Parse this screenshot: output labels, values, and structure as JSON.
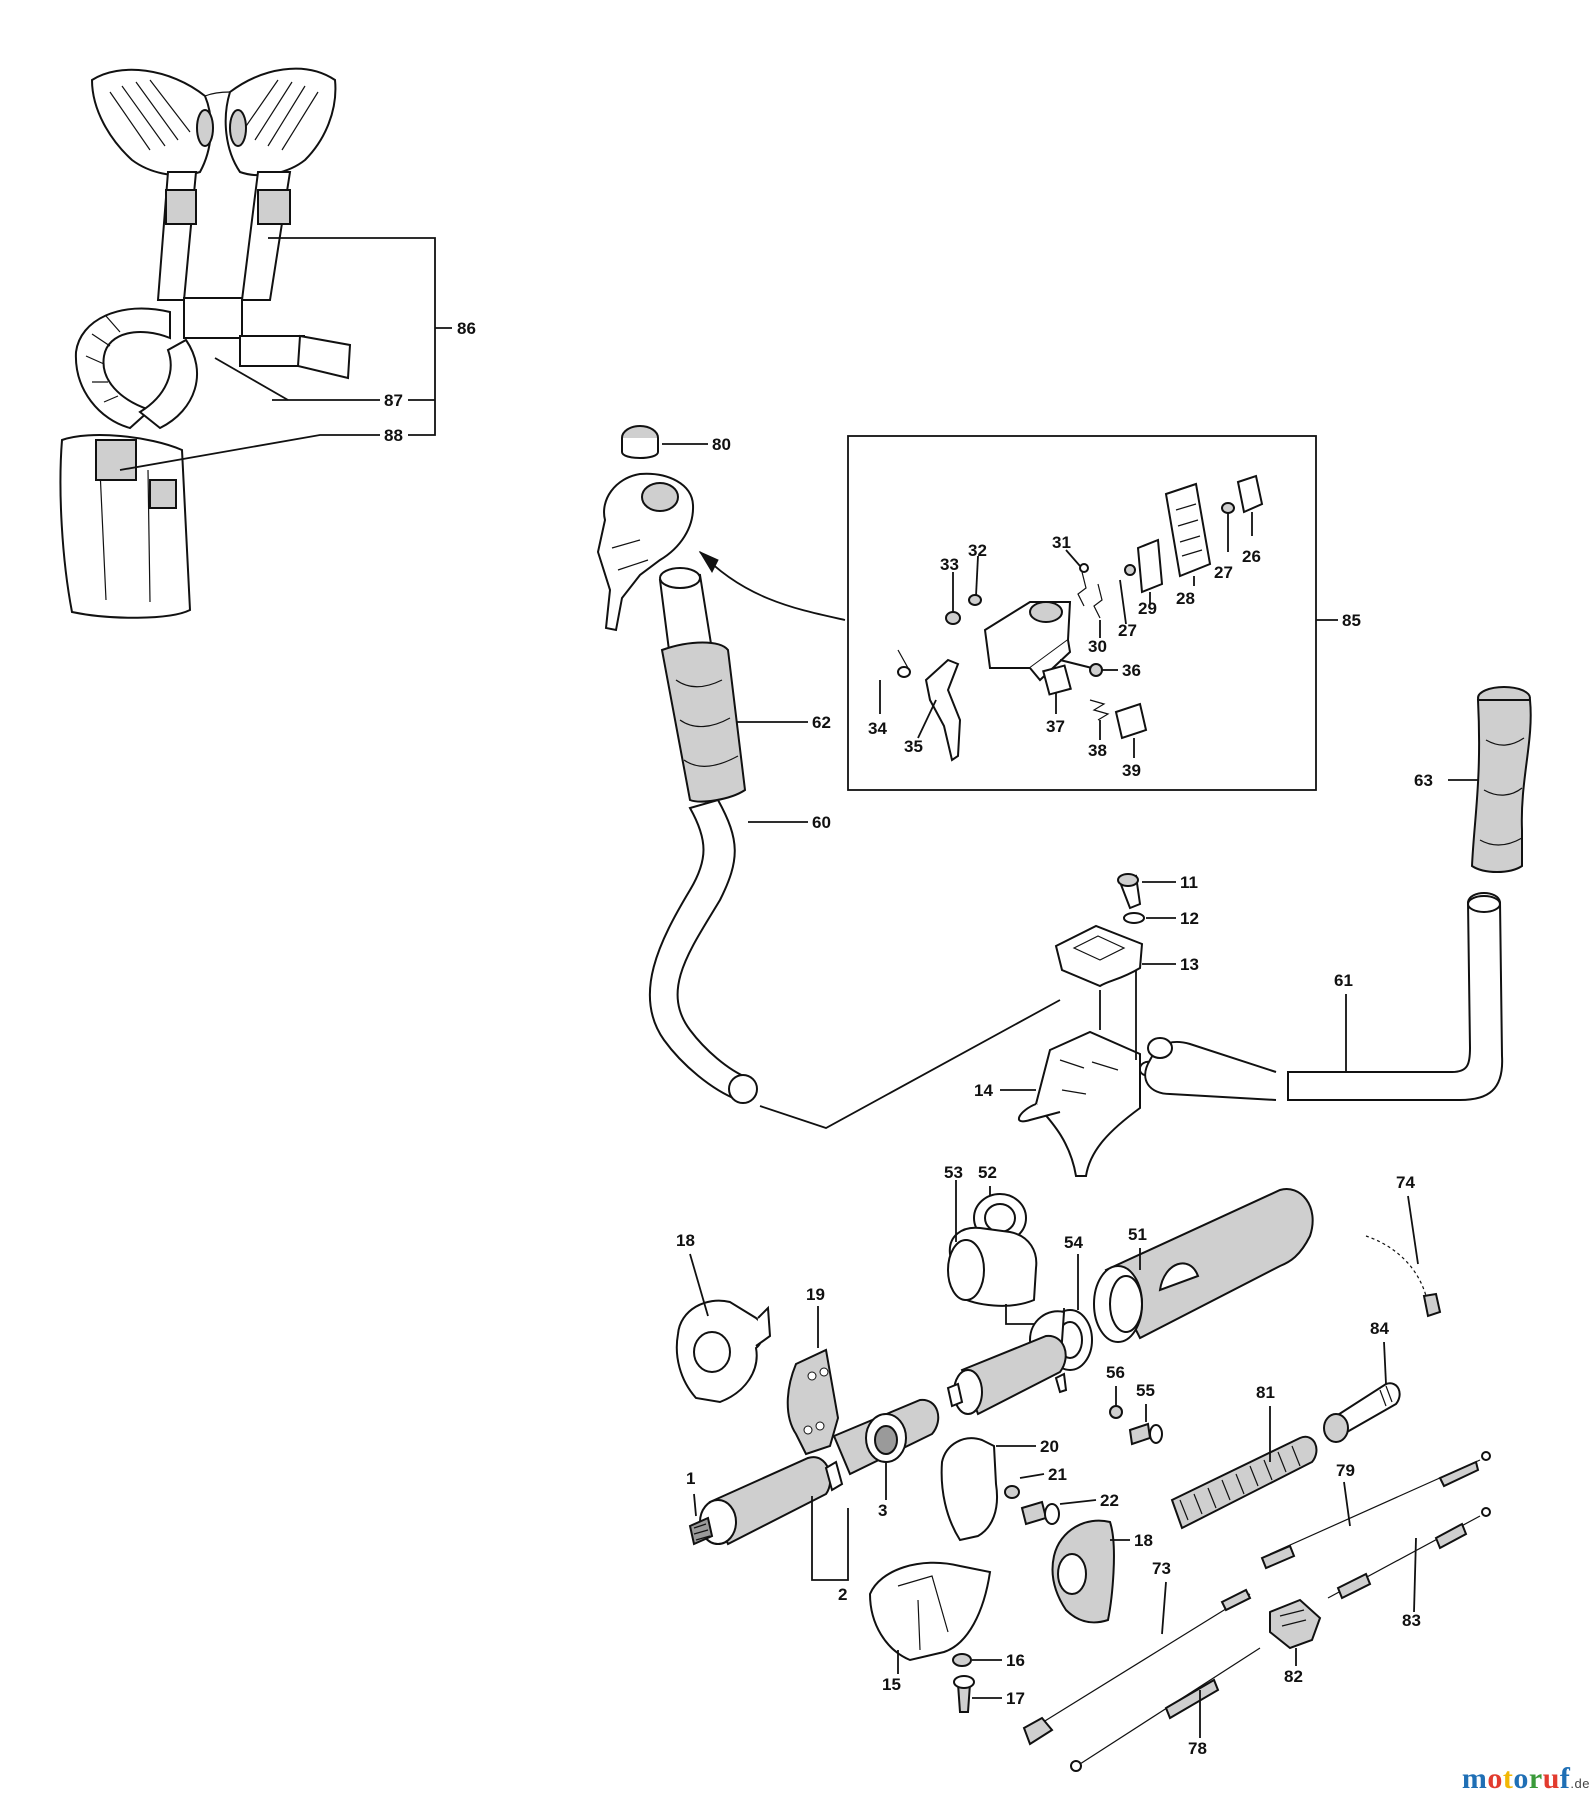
{
  "callouts": {
    "c86": "86",
    "c87": "87",
    "c88": "88",
    "c80": "80",
    "c85": "85",
    "c33": "33",
    "c32": "32",
    "c31": "31",
    "c30": "30",
    "c29": "29",
    "c28": "28",
    "c27a": "27",
    "c27b": "27",
    "c26": "26",
    "c36": "36",
    "c37": "37",
    "c38": "38",
    "c39": "39",
    "c34": "34",
    "c35": "35",
    "c62": "62",
    "c60": "60",
    "c63": "63",
    "c61": "61",
    "c11": "11",
    "c12": "12",
    "c13": "13",
    "c14": "14",
    "c52": "52",
    "c53": "53",
    "c54": "54",
    "c51": "51",
    "c74": "74",
    "c18a": "18",
    "c19": "19",
    "c56": "56",
    "c55": "55",
    "c84": "84",
    "c81": "81",
    "c20": "20",
    "c21": "21",
    "c22": "22",
    "c1": "1",
    "c3": "3",
    "c2": "2",
    "c18b": "18",
    "c79": "79",
    "c73": "73",
    "c83": "83",
    "c82": "82",
    "c15": "15",
    "c16": "16",
    "c17": "17",
    "c78": "78"
  },
  "brand": {
    "letters": [
      "m",
      "o",
      "t",
      "o",
      "r",
      "u",
      "f"
    ],
    "colors": [
      "#1f6fb5",
      "#e23b2e",
      "#f2b705",
      "#1f6fb5",
      "#3a9a3a",
      "#e23b2e",
      "#1f6fb5"
    ],
    "suffix": ".de"
  }
}
